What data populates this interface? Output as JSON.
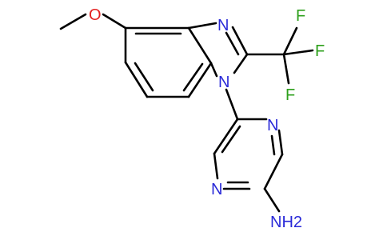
{
  "molecule": {
    "atoms": {
      "methoxy_O": "O",
      "imidazole_N3": "N",
      "imidazole_N1": "N",
      "fluorine_1": "F",
      "fluorine_2": "F",
      "fluorine_3": "F",
      "pyrazine_N4": "N",
      "pyrazine_N1": "N",
      "amine": "NH2"
    },
    "colors": {
      "nitrogen": "#2a2ad8",
      "oxygen": "#e32020",
      "fluorine": "#2ea01c",
      "bond": "#000000"
    }
  }
}
